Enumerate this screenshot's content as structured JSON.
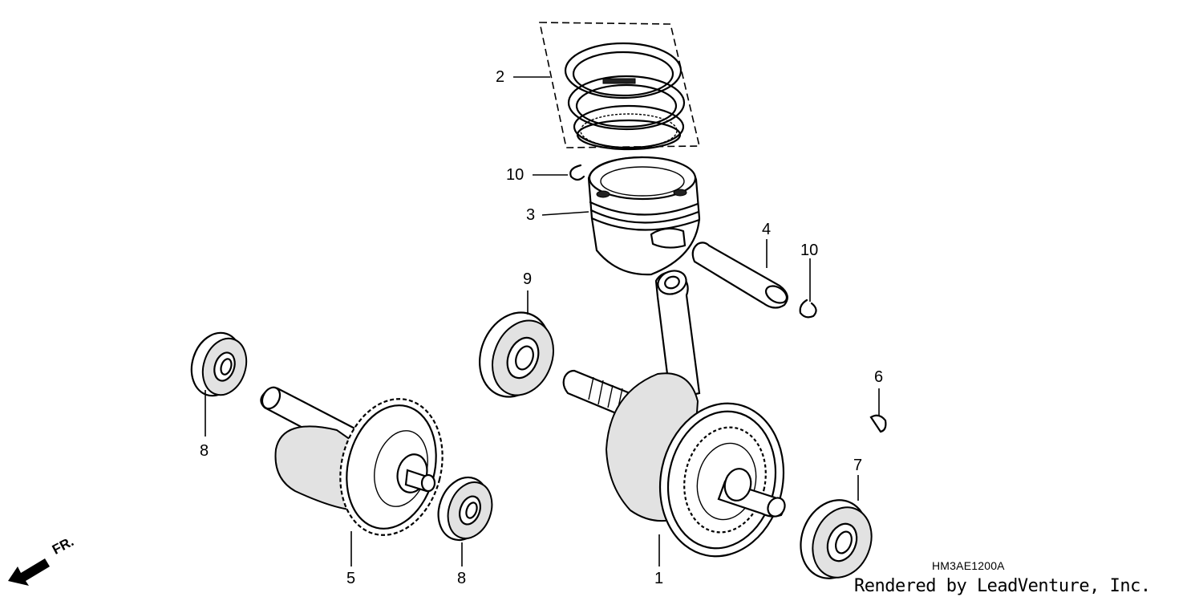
{
  "callouts": {
    "c1": "1",
    "c2": "2",
    "c3": "3",
    "c4": "4",
    "c5": "5",
    "c6": "6",
    "c7": "7",
    "c8a": "8",
    "c8b": "8",
    "c9": "9",
    "c10a": "10",
    "c10b": "10"
  },
  "figure_code": "HM3AE1200A",
  "credit": "Rendered by LeadVenture, Inc.",
  "direction_label": "FR."
}
